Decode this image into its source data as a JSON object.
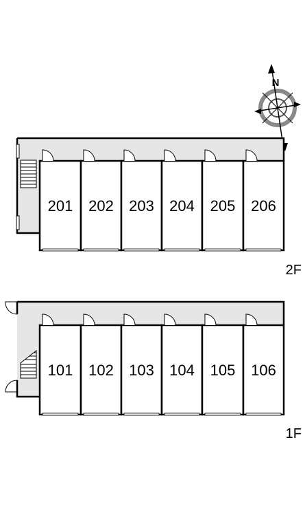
{
  "compass": {
    "north_label": "N"
  },
  "floors": [
    {
      "label": "2F",
      "rooms": [
        "201",
        "202",
        "203",
        "204",
        "205",
        "206"
      ]
    },
    {
      "label": "1F",
      "rooms": [
        "101",
        "102",
        "103",
        "104",
        "105",
        "106"
      ]
    }
  ],
  "colors": {
    "corridor": "#e6e6e6",
    "wall": "#000000",
    "room_fill": "#ffffff",
    "compass_ring": "#8a8a8a"
  }
}
